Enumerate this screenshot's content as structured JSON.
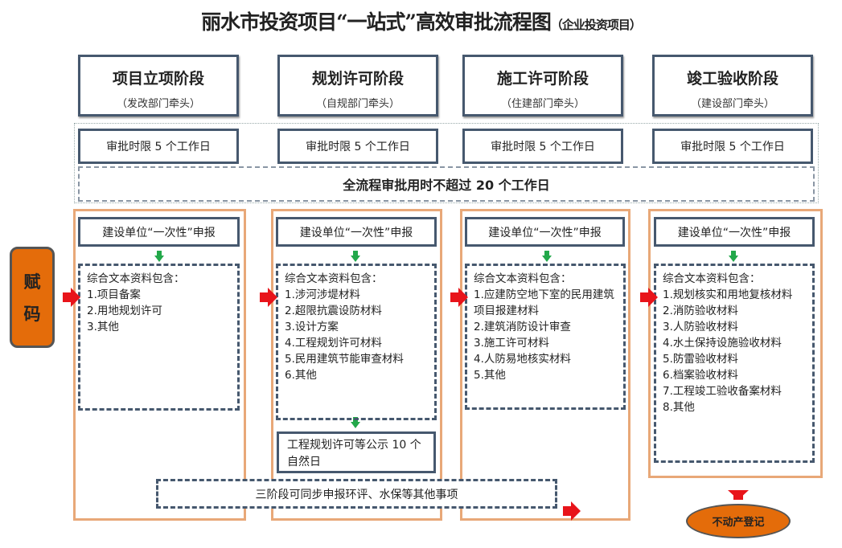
{
  "title": "丽水市投资项目“一站式”高效审批流程图",
  "subtitle": "（企业投资项目）",
  "stages": [
    {
      "name": "项目立项阶段",
      "lead": "（发改部门牵头）",
      "time": "审批时限 5 个工作日"
    },
    {
      "name": "规划许可阶段",
      "lead": "（自规部门牵头）",
      "time": "审批时限 5 个工作日"
    },
    {
      "name": "施工许可阶段",
      "lead": "（住建部门牵头）",
      "time": "审批时限 5 个工作日"
    },
    {
      "name": "竣工验收阶段",
      "lead": "（建设部门牵头）",
      "time": "审批时限 5 个工作日"
    }
  ],
  "total_time": "全流程审批用时不超过 20 个工作日",
  "start": {
    "line1": "赋",
    "line2": "码"
  },
  "submit_label": "建设单位“一次性”申报",
  "docs_header": "综合文本资料包含：",
  "columns": [
    {
      "items": [
        "1.项目备案",
        "2.用地规划许可",
        "3.其他"
      ]
    },
    {
      "items": [
        "1.涉河涉堤材料",
        "2.超限抗震设防材料",
        "3.设计方案",
        "4.工程规划许可材料",
        "5.民用建筑节能审查材料",
        "6.其他"
      ]
    },
    {
      "items": [
        "1.应建防空地下室的民用建筑项目报建材料",
        "2.建筑消防设计审查",
        "3.施工许可材料",
        "4.人防易地核实材料",
        "5.其他"
      ]
    },
    {
      "items": [
        "1.规划核实和用地复核材料",
        "2.消防验收材料",
        "3.人防验收材料",
        "4.水土保持设施验收材料",
        "5.防雷验收材料",
        "6.档案验收材料",
        "7.工程竣工验收备案材料",
        "8.其他"
      ]
    }
  ],
  "publicity": "工程规划许可等公示 10 个自然日",
  "sync_note": "三阶段可同步申报环评、水保等其他事项",
  "end": "不动产登记"
}
